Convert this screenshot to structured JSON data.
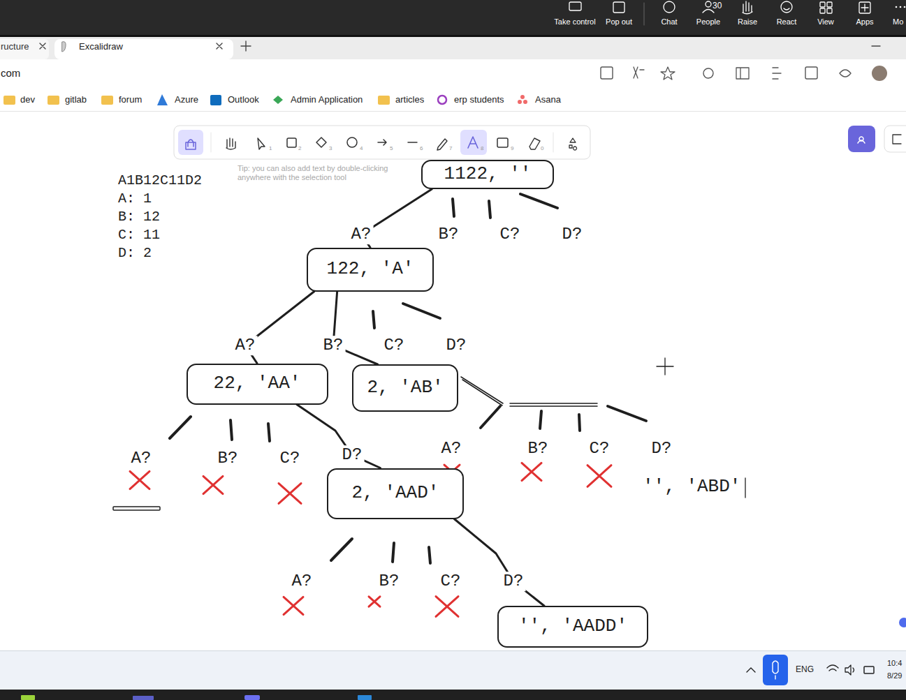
{
  "diagram": {
    "nodes": [
      {
        "text": [
          "1122, ''"
        ]
      },
      {
        "text": [
          "122, 'A'"
        ]
      },
      {
        "text": [
          "22, 'AA'"
        ]
      },
      {
        "text": [
          "2, 'AB'"
        ]
      },
      {
        "text": [
          "2, 'AAD'"
        ]
      },
      {
        "text": [
          "'', 'AADD'"
        ]
      }
    ],
    "edges": [
      {
        "from": 0,
        "to": 1,
        "arrow": "none",
        "label": "A?"
      },
      {
        "from": 1,
        "to": 2,
        "arrow": "none",
        "label": "A?"
      },
      {
        "from": 1,
        "to": 3,
        "arrow": "none",
        "label": "B?"
      },
      {
        "from": 2,
        "to": 4,
        "arrow": "none",
        "label": "D?"
      },
      {
        "from": 4,
        "to": 5,
        "arrow": "none",
        "label": "D?"
      }
    ],
    "labels": [
      "Take control",
      "Pop out",
      "Chat",
      "30",
      "People",
      "Raise",
      "React",
      "View",
      "Apps",
      "Mo",
      "ructure",
      "Excalidraw",
      "com",
      "dev",
      "gitlab",
      "forum",
      "Azure",
      "Outlook",
      "Admin Application",
      "articles",
      "erp students",
      "Asana",
      "1",
      "2",
      "3",
      "4",
      "5",
      "6",
      "7",
      "8",
      "9",
      "0",
      "Tip: you can also add text by double-clicking anywhere with the selection tool",
      "A1B12C11D2",
      "A: 1",
      "B: 12",
      "C: 11",
      "D: 2",
      "B?",
      "C?",
      "D?",
      "C?",
      "D?",
      "A?",
      "B?",
      "C?",
      "A?",
      "B?",
      "C?",
      "D?",
      "'', 'ABD'",
      "A?",
      "B?",
      "C?",
      "ENG",
      "10:4",
      "8/29"
    ]
  }
}
